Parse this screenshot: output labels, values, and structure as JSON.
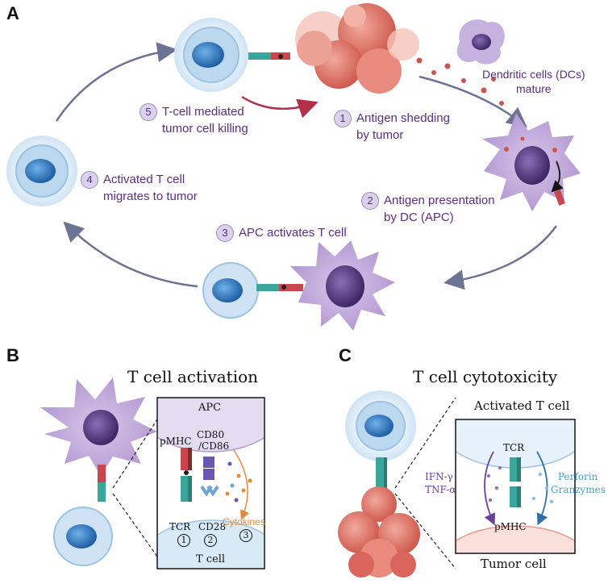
{
  "panel_a": {
    "letter": "A",
    "steps": [
      {
        "num": "1",
        "line1": "Antigen shedding",
        "line2": "by tumor"
      },
      {
        "num": "2",
        "line1": "Antigen presentation",
        "line2": "by DC (APC)"
      },
      {
        "num": "3",
        "line1": "APC activates T cell",
        "line2": ""
      },
      {
        "num": "4",
        "line1": "Activated T cell",
        "line2": "migrates to tumor"
      },
      {
        "num": "5",
        "line1": "T-cell mediated",
        "line2": "tumor cell killing"
      }
    ],
    "dc_label": {
      "line1": "Dendritic cells (DCs)",
      "line2": "mature"
    }
  },
  "panel_b": {
    "letter": "B",
    "title": "T cell activation",
    "apc": "APC",
    "tcell": "T cell",
    "pmhc": "pMHC",
    "cd80": "CD80",
    "cd86": "/CD86",
    "tcr": "TCR",
    "cd28": "CD28",
    "cytokines": "Cytokines",
    "signals": [
      "1",
      "2",
      "3"
    ]
  },
  "panel_c": {
    "letter": "C",
    "title": "T cell cytotoxicity",
    "activated": "Activated T cell",
    "tcr": "TCR",
    "ifn": "IFN-γ",
    "tnf": "TNF-α",
    "perforin": "Perforin",
    "granzymes": "Granzymes",
    "pmhc": "pMHC",
    "tumor": "Tumor cell"
  },
  "colors": {
    "purple_text": "#5b2d83",
    "arrow": "#6d7394",
    "tcell_blue": "#3f83c9",
    "dc_purple": "#a98fc6",
    "tumor_red": "#d9655c",
    "cytokine_orange": "#e58a3a",
    "perforin_blue": "#4a9fc9"
  }
}
